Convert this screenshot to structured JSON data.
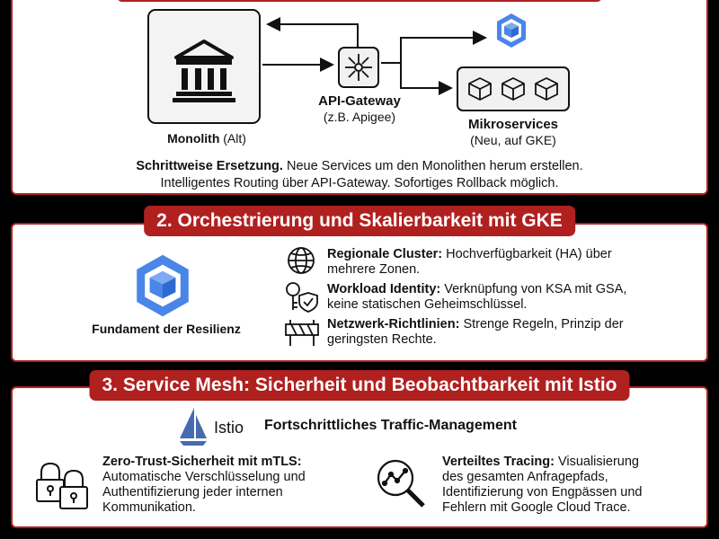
{
  "section1": {
    "monolith_label": "Monolith",
    "monolith_note": "(Alt)",
    "gateway_title": "API-Gateway",
    "gateway_sub": "(z.B. Apigee)",
    "micro_title": "Mikroservices",
    "micro_sub": "(Neu, auf GKE)",
    "desc_bold": "Schrittweise Ersetzung.",
    "desc_text": "Neue Services um den Monolithen herum erstellen.",
    "desc_line2": "Intelligentes Routing über API-Gateway. Sofortiges Rollback möglich."
  },
  "section2": {
    "title": "2. Orchestrierung und Skalierbarkeit mit GKE",
    "caption": "Fundament der Resilienz",
    "features": [
      {
        "bold": "Regionale Cluster:",
        "text": "Hochverfügbarkeit (HA) über",
        "line2": "mehrere Zonen."
      },
      {
        "bold": "Workload Identity:",
        "text": "Verknüpfung von KSA mit GSA,",
        "line2": "keine statischen Geheimschlüssel."
      },
      {
        "bold": "Netzwerk-Richtlinien:",
        "text": "Strenge Regeln, Prinzip der",
        "line2": "geringsten Rechte."
      }
    ]
  },
  "section3": {
    "title": "3. Service Mesh: Sicherheit und Beobachtbarkeit mit Istio",
    "istio_name": "Istio",
    "istio_title": "Fortschrittliches Traffic-Management",
    "zt_bold": "Zero-Trust-Sicherheit mit mTLS:",
    "zt_lines": [
      "Automatische Verschlüsselung und",
      "Authentifizierung jeder internen",
      "Kommunikation."
    ],
    "vt_bold": "Verteiltes Tracing:",
    "vt_text": "Visualisierung",
    "vt_lines": [
      "des gesamten Anfragepfads,",
      "Identifizierung von Engpässen und",
      "Fehlern mit Google Cloud Trace."
    ]
  },
  "colors": {
    "accent": "#b0201f",
    "gke_blue": "#4a86e8",
    "istio_blue": "#466bb0"
  }
}
